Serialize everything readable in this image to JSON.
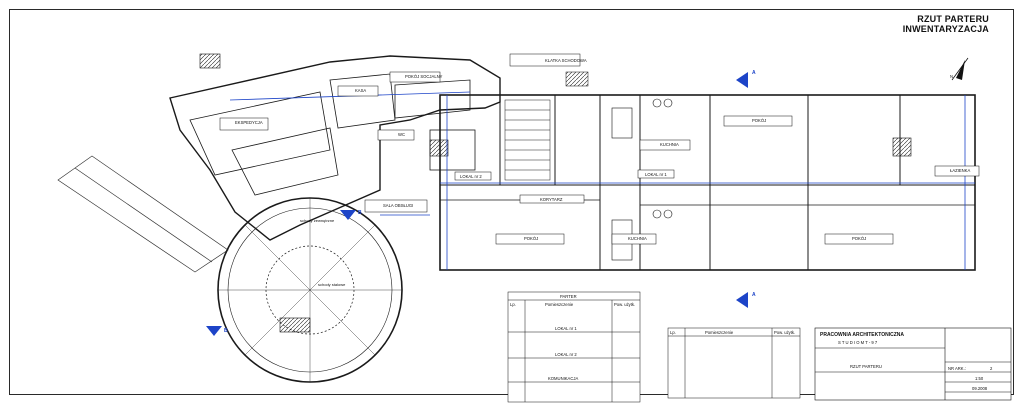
{
  "title": {
    "line1": "RZUT PARTERU",
    "line2": "INWENTARYZACJA"
  },
  "section_markers": {
    "a": "A",
    "b": "B"
  },
  "room_labels": [
    "EKSPEDYCJA",
    "KASA",
    "POKÓJ SOCJALNY",
    "WC",
    "LOKAL nr 1",
    "LOKAL nr 2",
    "KLATKA SCHODOWA",
    "POKÓJ",
    "KUCHNIA",
    "ŁAZIENKA",
    "SALA OBSŁUGI",
    "KORYTARZ"
  ],
  "table_headers": {
    "lp": "Lp.",
    "name": "Pomieszczenie",
    "area": "Pow. użytk."
  },
  "table_titles": {
    "parter": "PARTER",
    "lokal1": "LOKAL nr 1",
    "lokal2": "LOKAL nr 2",
    "komunikacja": "KOMUNIKACJA"
  },
  "title_block": {
    "firm": "PRACOWNIA ARCHITEKTONICZNA",
    "studio": "S T U D I O   M T - 9 7",
    "sheet_name": "RZUT PARTERU",
    "sheet_no": "2",
    "scale": "1:50",
    "date": "09.2008",
    "nr_label": "NR ARK.:"
  },
  "stair_labels": [
    "schody zewnętrzne",
    "schody stalowe"
  ],
  "colors": {
    "line": "#1a1a1a",
    "dimension": "#1d44c8",
    "background": "#ffffff"
  }
}
